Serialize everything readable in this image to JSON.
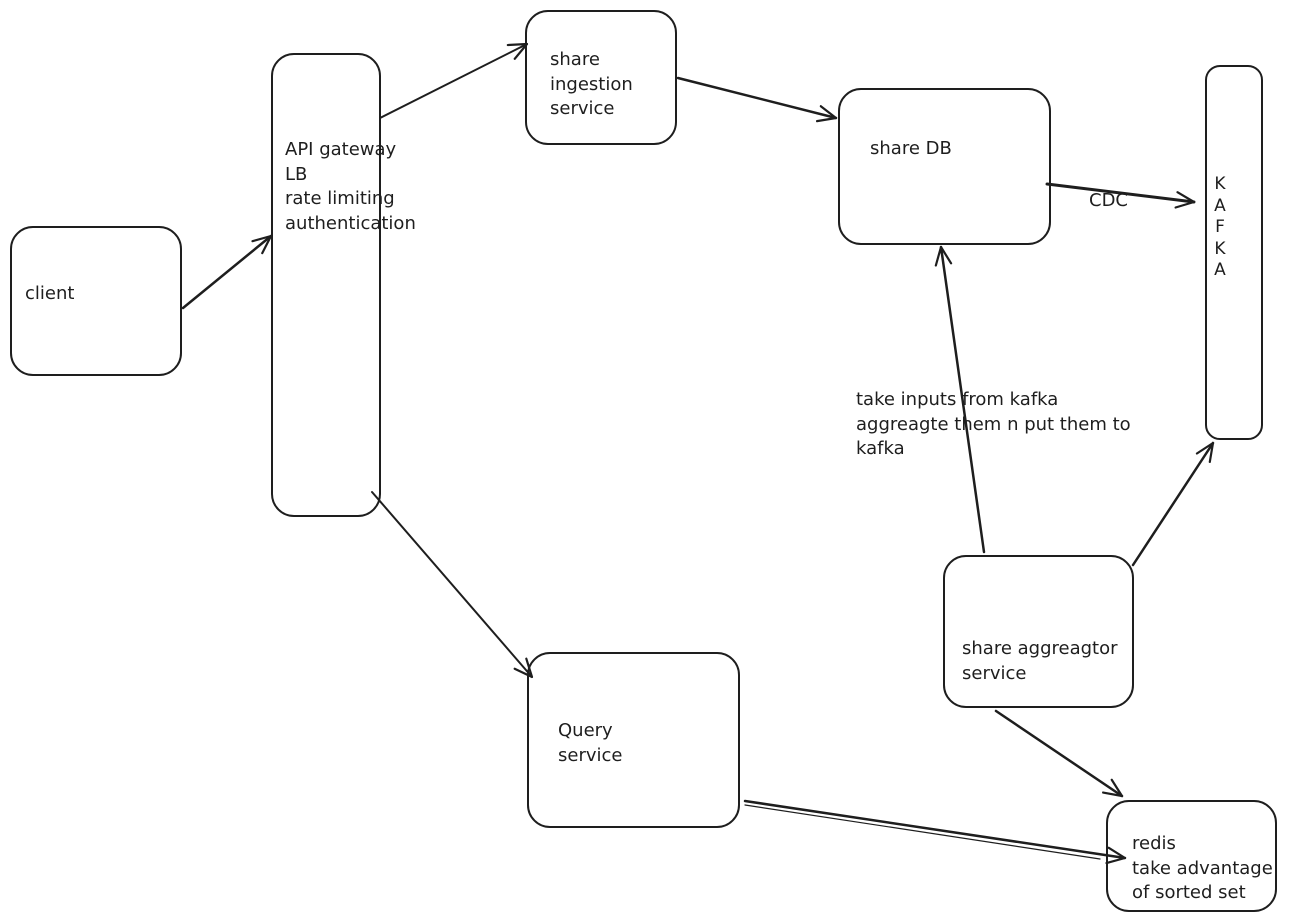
{
  "nodes": {
    "client": {
      "label": "client"
    },
    "api_gateway": {
      "label": "API gateway\nLB\nrate limiting\nauthentication"
    },
    "share_ingestion": {
      "label": "share\ningestion\nservice"
    },
    "share_db": {
      "label": "share DB"
    },
    "kafka": {
      "letters": [
        "K",
        "A",
        "F",
        "K",
        "A"
      ]
    },
    "query_service": {
      "label": "Query\nservice"
    },
    "share_aggregator": {
      "label": "share aggreagtor\nservice"
    },
    "redis": {
      "label": "redis\ntake advantage\nof sorted set"
    }
  },
  "edges": {
    "cdc_label": "CDC"
  },
  "annotations": {
    "aggregator_note": "take inputs from kafka\naggreagte them n put them to\nkafka"
  }
}
